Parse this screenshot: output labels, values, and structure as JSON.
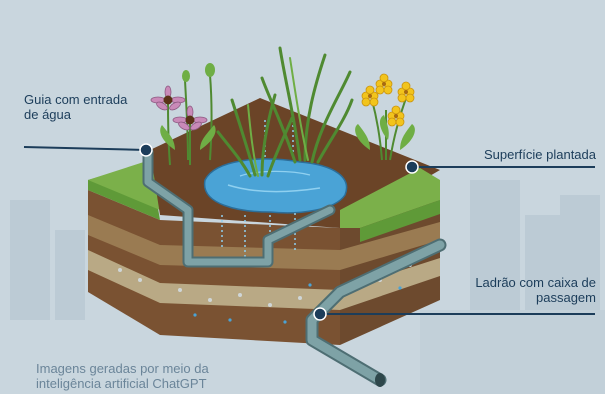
{
  "labels": {
    "inlet_curb": "Guia com entrada de água",
    "planted_surface": "Superfície plantada",
    "overflow": "Ladrão com caixa de passagem"
  },
  "credit": "Imagens geradas por meio da inteligência artificial ChatGPT",
  "colors": {
    "background": "#c9d6de",
    "label_text": "#1c3d5a",
    "leader_line": "#1c3d5a",
    "grass": "#7bb04a",
    "soil_top": "#6b4427",
    "soil_mid": "#9a7b52",
    "gravel": "#b9a985",
    "water": "#4aa3d6",
    "pipe": "#6c8f93",
    "flower_purple": "#c98ab8",
    "flower_yellow": "#f2c41c"
  }
}
